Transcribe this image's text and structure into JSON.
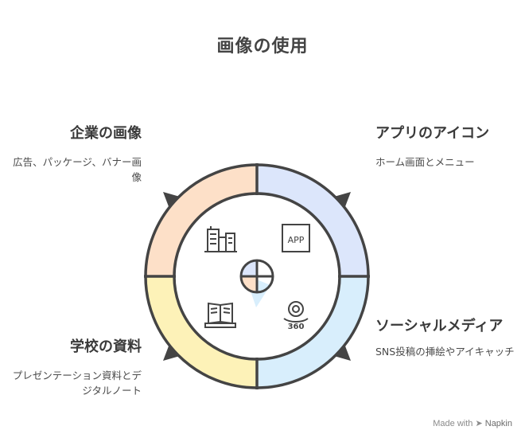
{
  "title": "画像の使用",
  "quadrants": [
    {
      "position": "top-left",
      "heading": "企業の画像",
      "description": "広告、パッケージ、バナー画像",
      "icon": "buildings-icon",
      "color": "#fde0c8"
    },
    {
      "position": "top-right",
      "heading": "アプリのアイコン",
      "description": "ホーム画面とメニュー",
      "icon": "app-icon",
      "color": "#dce6fb"
    },
    {
      "position": "bottom-right",
      "heading": "ソーシャルメディア",
      "description": "SNS投稿の挿絵やアイキャッチ",
      "icon": "360-view-icon",
      "color": "#d8eefc"
    },
    {
      "position": "bottom-left",
      "heading": "学校の資料",
      "description": "プレゼンテーション資料とデジタルノート",
      "icon": "open-book-icon",
      "color": "#fdf2b8"
    }
  ],
  "icon_labels": {
    "app": "APP",
    "view360": "360"
  },
  "footer": {
    "made_with": "Made with",
    "brand": "Napkin"
  }
}
